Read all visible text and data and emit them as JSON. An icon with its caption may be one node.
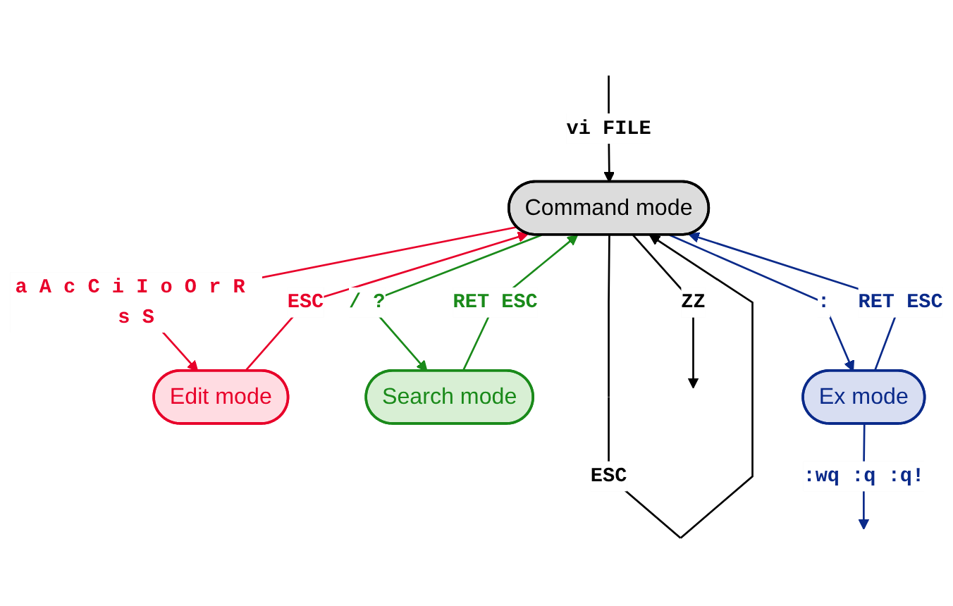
{
  "diagram": {
    "nodes": [
      {
        "text": [
          "Command mode"
        ]
      },
      {
        "text": [
          "Edit mode"
        ]
      },
      {
        "text": [
          "Search mode"
        ]
      },
      {
        "text": [
          "Ex mode"
        ]
      }
    ],
    "edges": [
      {
        "from": null,
        "to": 0,
        "arrow": "to",
        "label": "vi FILE"
      },
      {
        "from": 0,
        "to": 0,
        "arrow": "to",
        "label": "ESC"
      },
      {
        "from": 0,
        "to": null,
        "arrow": "to",
        "label": "ZZ"
      },
      {
        "from": 0,
        "to": 1,
        "arrow": "to",
        "label": "a A c C i I o O r R s S",
        "color": "#e8002a"
      },
      {
        "from": 1,
        "to": 0,
        "arrow": "to",
        "label": "ESC",
        "color": "#e8002a"
      },
      {
        "from": 0,
        "to": 2,
        "arrow": "to",
        "label": "/ ?",
        "color": "#1a8a1a"
      },
      {
        "from": 2,
        "to": 0,
        "arrow": "to",
        "label": "RET ESC",
        "color": "#1a8a1a"
      },
      {
        "from": 0,
        "to": 3,
        "arrow": "to",
        "label": ":",
        "color": "#0a2a8a"
      },
      {
        "from": 3,
        "to": 0,
        "arrow": "to",
        "label": "RET ESC",
        "color": "#0a2a8a"
      },
      {
        "from": 3,
        "to": null,
        "arrow": "to",
        "label": ":wq :q :q!",
        "color": "#0a2a8a"
      }
    ]
  }
}
